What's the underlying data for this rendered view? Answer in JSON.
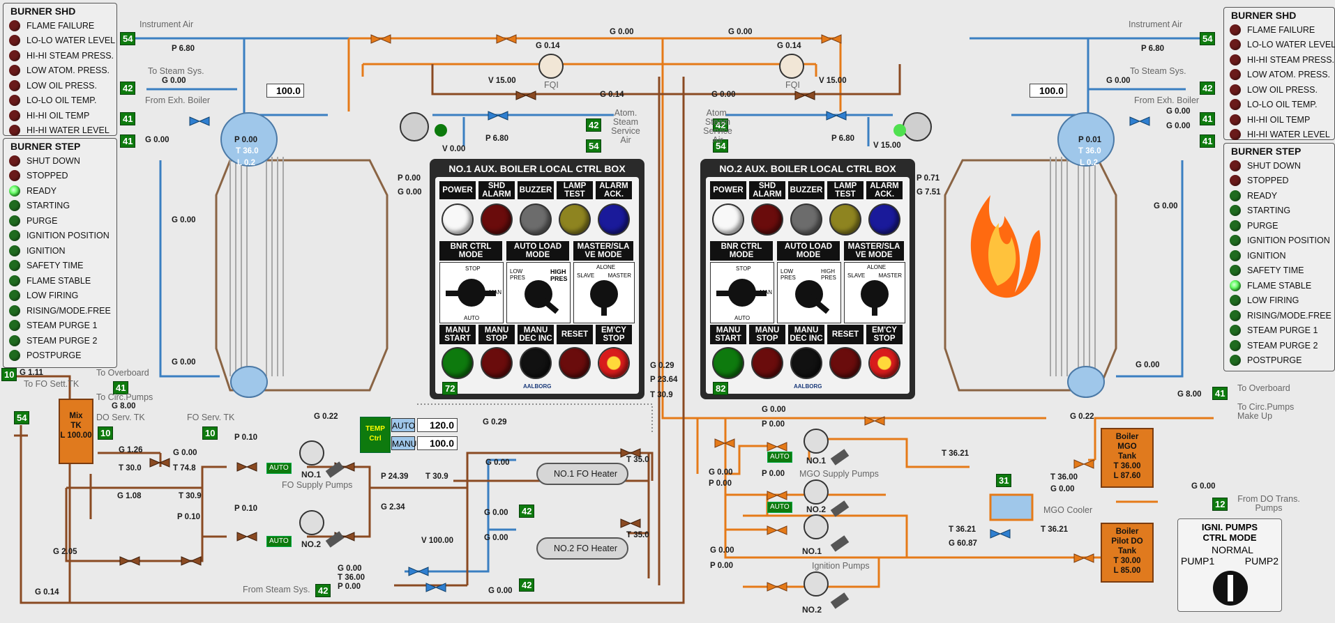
{
  "left_shd": {
    "title": "BURNER SHD",
    "items": [
      "FLAME FAILURE",
      "LO-LO WATER LEVEL",
      "HI-HI STEAM PRESS.",
      "LOW ATOM. PRESS.",
      "LOW OIL PRESS.",
      "LO-LO OIL TEMP.",
      "HI-HI OIL TEMP",
      "HI-HI WATER LEVEL"
    ]
  },
  "left_step": {
    "title": "BURNER STEP",
    "items": [
      "SHUT DOWN",
      "STOPPED",
      "READY",
      "STARTING",
      "PURGE",
      "IGNITION POSITION",
      "IGNITION",
      "SAFETY TIME",
      "FLAME STABLE",
      "LOW FIRING",
      "RISING/MODE.FREE",
      "STEAM PURGE 1",
      "STEAM PURGE 2",
      "POSTPURGE"
    ],
    "active": "READY"
  },
  "right_shd": {
    "title": "BURNER SHD",
    "items": [
      "FLAME FAILURE",
      "LO-LO WATER LEVEL",
      "HI-HI STEAM PRESS.",
      "LOW ATOM. PRESS.",
      "LOW OIL PRESS.",
      "LO-LO OIL TEMP.",
      "HI-HI OIL TEMP",
      "HI-HI WATER LEVEL"
    ]
  },
  "right_step": {
    "title": "BURNER STEP",
    "items": [
      "SHUT DOWN",
      "STOPPED",
      "READY",
      "STARTING",
      "PURGE",
      "IGNITION POSITION",
      "IGNITION",
      "SAFETY TIME",
      "FLAME STABLE",
      "LOW FIRING",
      "RISING/MODE.FREE",
      "STEAM PURGE 1",
      "STEAM PURGE 2",
      "POSTPURGE"
    ],
    "active": "FLAME STABLE"
  },
  "box1": {
    "title": "NO.1 AUX. BOILER LOCAL CTRL BOX",
    "tag": "72",
    "row1": [
      "POWER",
      "SHD ALARM",
      "BUZZER",
      "LAMP TEST",
      "ALARM ACK."
    ],
    "row2": [
      "BNR CTRL MODE",
      "AUTO LOAD MODE",
      "MASTER/SLA VE MODE"
    ],
    "row3": [
      "MANU START",
      "MANU STOP",
      "MANU DEC INC",
      "RESET",
      "EM'CY STOP"
    ],
    "sel": {
      "stop": "STOP",
      "man": "MAN",
      "auto": "AUTO",
      "low": "LOW PRES",
      "high": "HIGH PRES",
      "alone": "ALONE",
      "slave": "SLAVE",
      "master": "MASTER"
    },
    "logo": "AALBORG"
  },
  "box2": {
    "title": "NO.2 AUX. BOILER LOCAL CTRL BOX",
    "tag": "82",
    "row1": [
      "POWER",
      "SHD ALARM",
      "BUZZER",
      "LAMP TEST",
      "ALARM ACK."
    ],
    "row2": [
      "BNR CTRL MODE",
      "AUTO LOAD MODE",
      "MASTER/SLA VE MODE"
    ],
    "row3": [
      "MANU START",
      "MANU STOP",
      "MANU DEC INC",
      "RESET",
      "EM'CY STOP"
    ],
    "sel": {
      "stop": "STOP",
      "man": "MAN",
      "auto": "AUTO",
      "low": "LOW PRES",
      "high": "HIGH PRES",
      "alone": "ALONE",
      "slave": "SLAVE",
      "master": "MASTER"
    },
    "logo": "AALBORG"
  },
  "tags": {
    "t54a": "54",
    "t42a": "42",
    "t41a": "41",
    "t41b": "41",
    "t10a": "10",
    "t41c": "41",
    "t54b": "54",
    "t10b": "10",
    "t10c": "10",
    "t42b": "42",
    "t54c": "54",
    "t42c": "42",
    "t54d": "54",
    "t42d": "42",
    "t41d": "41",
    "t41e": "41",
    "t41f": "41",
    "t42e": "42",
    "t42f": "42",
    "t42g": "42",
    "t31": "31",
    "t12": "12",
    "t54e": "54"
  },
  "labels": {
    "instr_air_l": "Instrument Air",
    "p680_l": "P 6.80",
    "to_steam_l": "To Steam Sys.",
    "g000_a": "G 0.00",
    "from_exh_l": "From Exh. Boiler",
    "g000_b": "G 0.00",
    "set_l": "100.0",
    "g014_a": "G 0.14",
    "g000_top": "G 0.00",
    "g000_top2": "G 0.00",
    "v1500_a": "V 15.00",
    "fqi_a": "FQI",
    "g014_b": "G 0.14",
    "atom_a": "Atom. Steam Service Air",
    "p680_b": "P 6.80",
    "v000_a": "V 0.00",
    "p000_b1": "P 0.00",
    "t360_b1": "T 36.0",
    "l02_b1": "L 0.2",
    "g000_c": "G 0.00",
    "p000_d": "P 0.00",
    "g000_d": "G 0.00",
    "g000_e": "G 0.00",
    "g111": "G 1.11",
    "to_fo_sett": "To FO Sett.TK",
    "to_overboard_l": "To Overboard",
    "to_circ_l": "To Circ.Pumps",
    "g800_l": "G 8.00",
    "do_serv": "DO Serv. TK",
    "fo_serv": "FO Serv. TK",
    "mix_tk": "Mix TK",
    "l100": "L 100.00",
    "g022_l": "G 0.22",
    "g126": "G 1.26",
    "t300": "T 30.0",
    "g000_f": "G 0.00",
    "t748": "T 74.8",
    "p010_a": "P 0.10",
    "no1_fo": "NO.1",
    "fo_sup": "FO Supply Pumps",
    "g108": "G 1.08",
    "t309_a": "T 30.9",
    "p010_b": "P 0.10",
    "no2_fo": "NO.2",
    "g205": "G 2.05",
    "g014_c": "G 0.14",
    "temp_ctrl": "TEMP Ctrl",
    "auto_btn": "AUTO",
    "manu_btn": "MANU",
    "sp1": "120.0",
    "sp2": "100.0",
    "g029_a": "G 0.29",
    "p2439": "P 24.39",
    "t309_b": "T 30.9",
    "g234": "G 2.34",
    "g000_g": "G 0.00",
    "no1_heater": "NO.1 FO Heater",
    "t350_a": "T 35.0",
    "g000_h": "G 0.00",
    "g000_i": "G 0.00",
    "no2_heater": "NO.2 FO Heater",
    "t350_b": "T 35.0",
    "v10000": "V 100.00",
    "g000_j": "G 0.00",
    "t3600": "T 36.00",
    "p000_j": "P 0.00",
    "from_steam_sys": "From Steam Sys.",
    "g000_k": "G 0.00",
    "g029_b": "G 0.29",
    "p2364": "P 23.64",
    "t309_c": "T 30.9",
    "instr_air_r": "Instrument Air",
    "p680_r": "P 6.80",
    "to_steam_r": "To Steam Sys.",
    "g000_r1": "G 0.00",
    "from_exh_r": "From Exh. Boiler",
    "set_r": "100.0",
    "g000_r2": "G 0.00",
    "g000_r3": "G 0.00",
    "g014_r": "G 0.14",
    "fqi_r": "FQI",
    "v1500_r": "V 15.00",
    "g000_r4": "G 0.00",
    "atom_r": "Atom. Steam Service Air",
    "p680_r2": "P 6.80",
    "v1500_r2": "V 15.00",
    "p001_b2": "P 0.01",
    "t360_b2": "T 36.0",
    "l02_b2": "L 0.2",
    "p071": "P 0.71",
    "g751": "G 7.51",
    "g000_r5": "G 0.00",
    "g000_r6": "G 0.00",
    "to_overboard_r": "To Overboard",
    "to_circ_r": "To Circ.Pumps Make Up",
    "g800_r": "G 8.00",
    "g022_r": "G 0.22",
    "g000_m1": "G 0.00",
    "p000_m1": "P 0.00",
    "p000_m2": "P 0.00",
    "no1_mgo": "NO.1",
    "mgo_sup": "MGO Supply Pumps",
    "g000_m3": "G 0.00",
    "p000_m3": "P 0.00",
    "no2_mgo": "NO.2",
    "t3621_a": "T 36.21",
    "t3600_b": "T 36.00",
    "g000_m4": "G 0.00",
    "mgo_tank": "Boiler MGO Tank",
    "mgo_t": "T 36.00",
    "mgo_l": "L 87.60",
    "mgo_cooler": "MGO Cooler",
    "t3621_b": "T 36.21",
    "g6087": "G 60.87",
    "t3621_c": "T 36.21",
    "g000_m5": "G 0.00",
    "p000_m5": "P 0.00",
    "no1_ign": "NO.1",
    "ign_pumps": "Ignition Pumps",
    "no2_ign": "NO.2",
    "pilot_tank": "Boiler Pilot DO Tank",
    "pilot_t": "T 30.00",
    "pilot_l": "L 85.00",
    "g000_m6": "G 0.00",
    "from_do": "From DO Trans. Pumps",
    "igni_title": "IGNI. PUMPS CTRL MODE",
    "igni_normal": "NORMAL",
    "igni_p1": "PUMP1",
    "igni_p2": "PUMP2"
  }
}
